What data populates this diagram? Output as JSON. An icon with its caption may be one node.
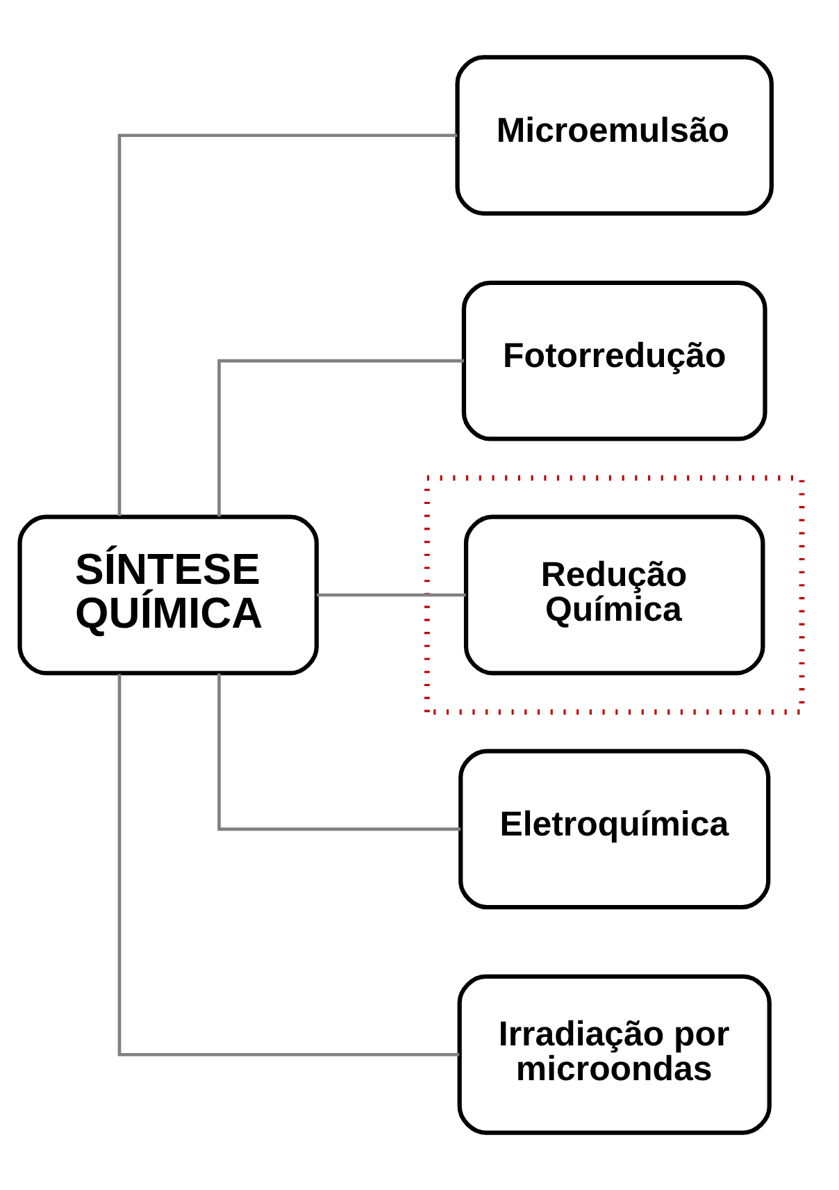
{
  "diagram": {
    "nodes": [
      {
        "text": [
          "SÍNTESE QUÍMICA"
        ]
      },
      {
        "text": [
          "Microemulsão"
        ]
      },
      {
        "text": [
          "Fotorredução"
        ]
      },
      {
        "text": [],
        "shape": "box"
      },
      {
        "text": [
          "Redução Química"
        ],
        "in": 3
      },
      {
        "text": [
          "Eletroquímica"
        ]
      },
      {
        "text": [
          "Irradiação por microondas"
        ]
      }
    ],
    "edges": [
      {
        "from": 0,
        "to": 1,
        "arrow": "none"
      },
      {
        "from": 0,
        "to": 2,
        "arrow": "none"
      },
      {
        "from": 0,
        "to": 4,
        "arrow": "none"
      },
      {
        "from": 0,
        "to": 5,
        "arrow": "none"
      },
      {
        "from": 0,
        "to": 6,
        "arrow": "none"
      }
    ]
  }
}
